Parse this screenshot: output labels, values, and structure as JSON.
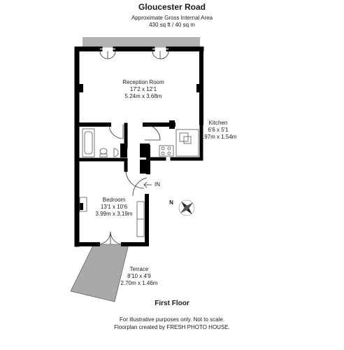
{
  "header": {
    "title": "Gloucester Road",
    "area_label": "Approximate Gross Internal Area",
    "area_value": "430 sq ft / 40 sq m"
  },
  "rooms": [
    {
      "name": "Reception Room",
      "imperial": "17'2 x 12'1",
      "metric": "5.24m x 3.68m"
    },
    {
      "name": "Kitchen",
      "imperial": "6'6 x 5'1",
      "metric": "1.97m x 1.54m"
    },
    {
      "name": "Bedroom",
      "imperial": "13'1 x 10'6",
      "metric": "3.99m x 3.19m"
    },
    {
      "name": "Terrace",
      "imperial": "8'10 x 4'9",
      "metric": "2.70m x 1.46m"
    }
  ],
  "entrance_label": "IN",
  "compass_label": "N",
  "floor_label": "First Floor",
  "footer": {
    "line1": "For illustrative purposes only. Not to scale.",
    "line2": "Floorplan created by FRESH PHOTO HOUSE."
  },
  "colors": {
    "wall": "#000000",
    "balcony": "#b3b3b3",
    "terrace": "#a9a9a9",
    "fixture": "#555555"
  }
}
